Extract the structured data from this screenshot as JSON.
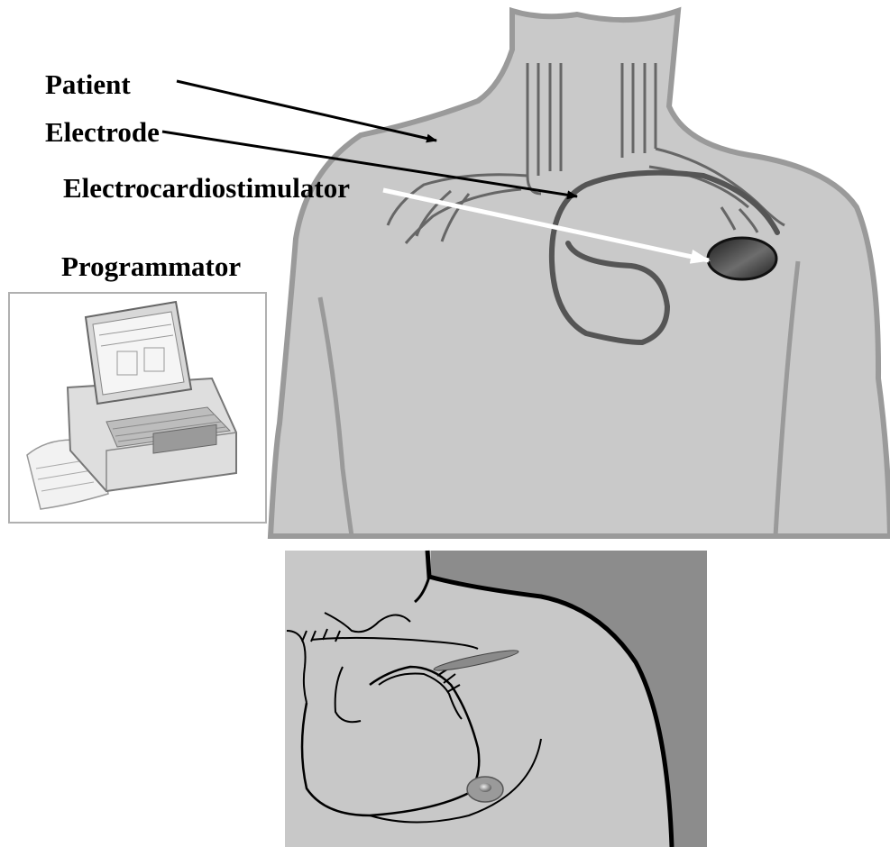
{
  "labels": {
    "patient": "Patient",
    "electrode": "Electrode",
    "electrocardiostimulator": "Electrocardiostimulator",
    "programmator": "Programmator"
  },
  "colors": {
    "body_fill": "#c9c9c9",
    "body_outline": "#9a9a9a",
    "lead": "#555555",
    "device": "#2a2a2a",
    "panel_dark": "#8c8c8c",
    "panel_light": "#c8c8c8"
  }
}
